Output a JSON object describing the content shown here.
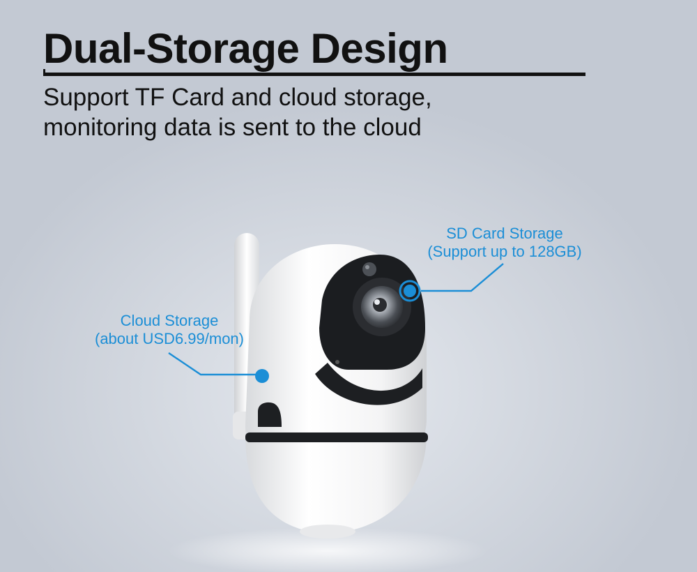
{
  "title": "Dual-Storage Design",
  "subtitle": {
    "line1": "Support TF Card and cloud storage,",
    "line2": "monitoring data is sent to the cloud"
  },
  "callouts": {
    "sd": {
      "line1": "SD Card Storage",
      "line2": "(Support up to 128GB)"
    },
    "cloud": {
      "line1": "Cloud Storage",
      "line2": "(about USD6.99/mon)"
    }
  },
  "colors": {
    "accent": "#1b8ed6",
    "background": "#c6ccd6",
    "text": "#111111"
  }
}
